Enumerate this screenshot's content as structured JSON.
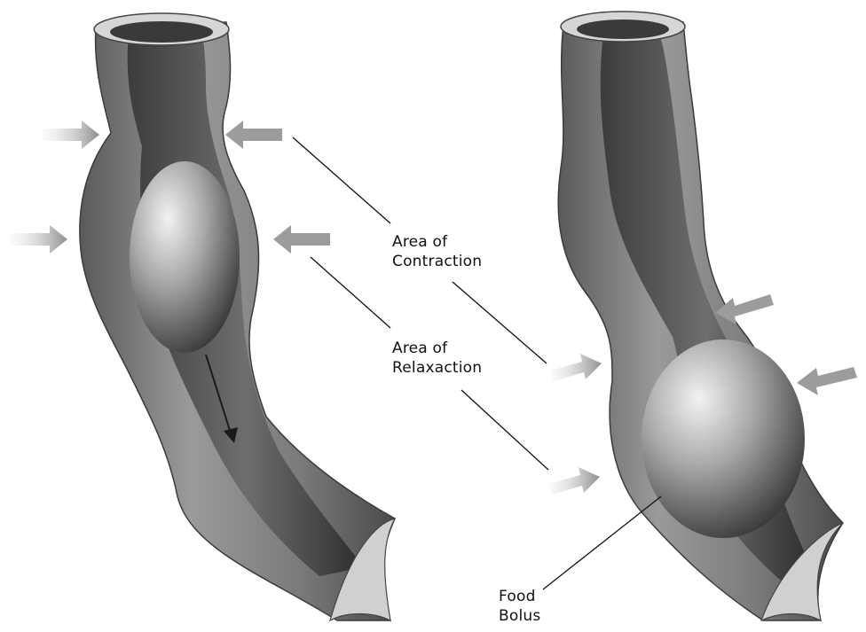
{
  "labels": {
    "contraction": [
      "Area of",
      "Contraction"
    ],
    "relaxation": [
      "Area of",
      "Relaxaction"
    ],
    "bolus": [
      "Food",
      "Bolus"
    ]
  },
  "colors": {
    "tube_dark": "#4a4a4a",
    "tube_mid": "#8a8a8a",
    "tube_light": "#c9c9c9",
    "rim": "#d8d8d8",
    "arrow": "#a8a8a8",
    "line": "#111111"
  }
}
